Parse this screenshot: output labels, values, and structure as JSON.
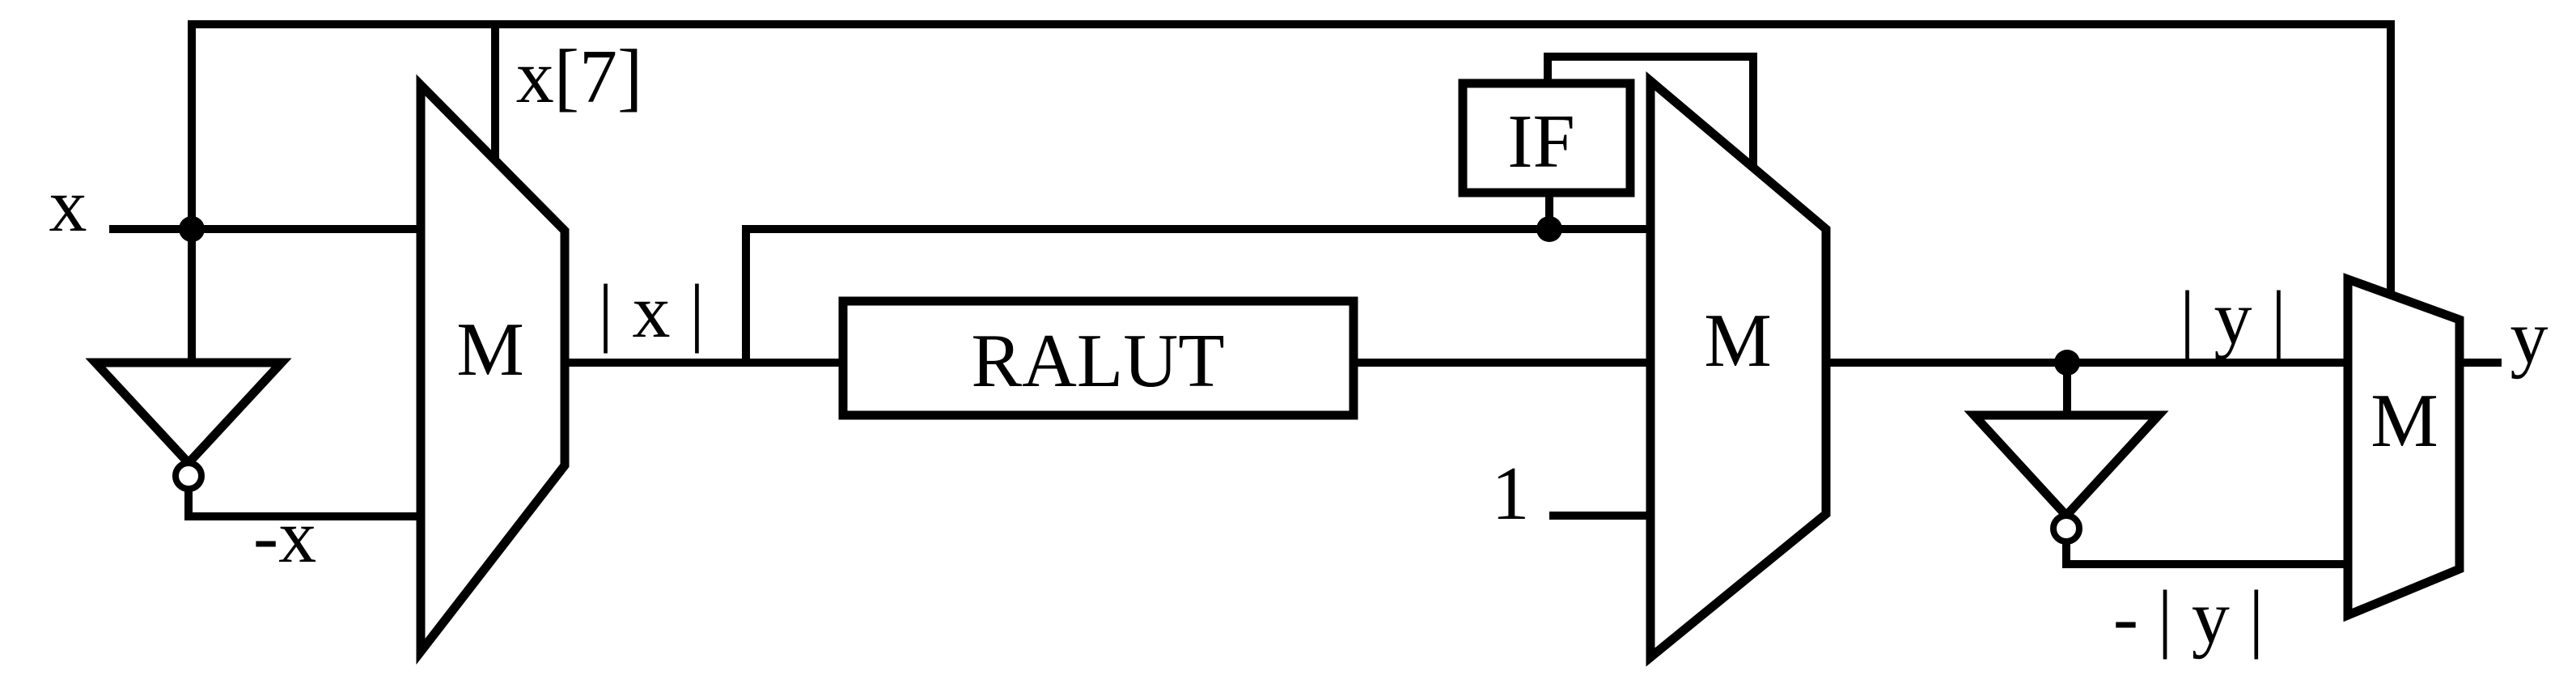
{
  "diagram": {
    "background_color": "#ffffff",
    "line_color": "#000000",
    "labels": {
      "input_x": "x",
      "select_bit": "x[7]",
      "negated_x": "-x",
      "abs_x": "| x |",
      "mux1": "M",
      "ralut": "RALUT",
      "if_block": "IF",
      "constant_one": "1",
      "mux2": "M",
      "abs_y": "| y |",
      "neg_abs_y": "- | y |",
      "mux3": "M",
      "output_y": "y"
    }
  }
}
